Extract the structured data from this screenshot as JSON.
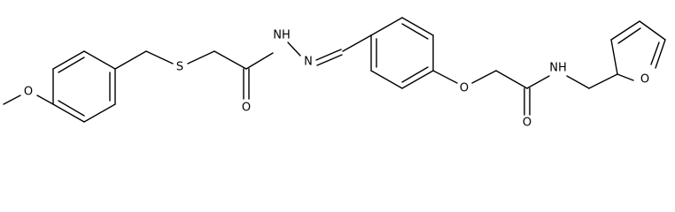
{
  "molecule": {
    "atoms": {
      "methoxy_o": "O",
      "thioether_s": "S",
      "hydrazide_nh": "NH",
      "hydrazone_n": "N",
      "acyl_o": "O",
      "ether_o": "O",
      "amide_o": "O",
      "amide_nh": "NH",
      "furan_o": "O"
    }
  }
}
